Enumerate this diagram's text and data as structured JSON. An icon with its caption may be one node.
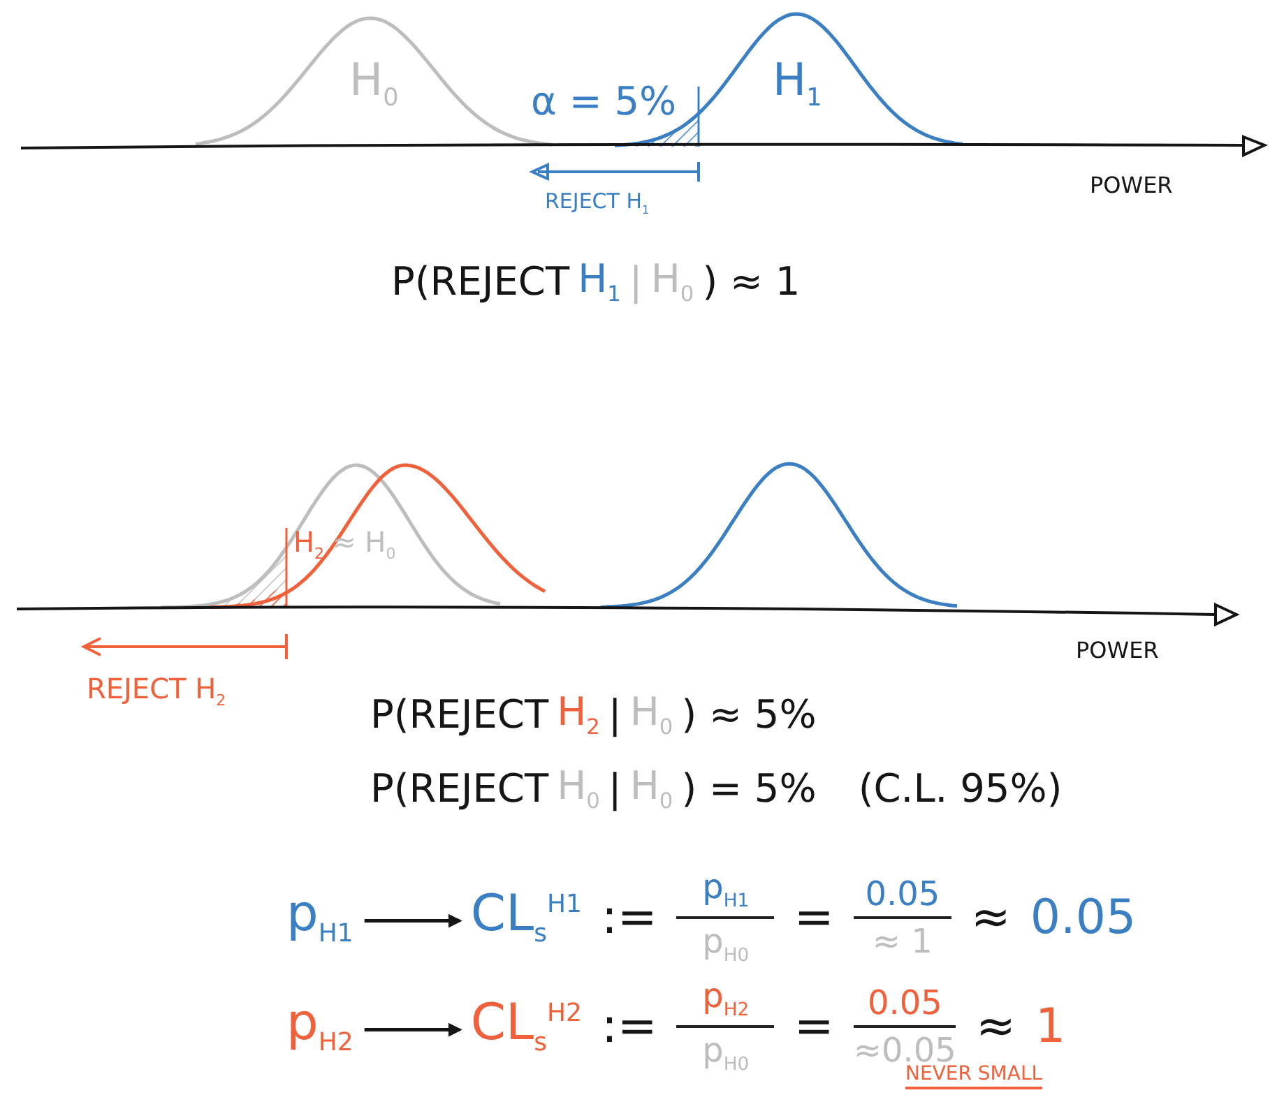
{
  "diagram": {
    "nodes": [
      {
        "text": [
          "p$_{H1}$"
        ]
      },
      {
        "text": [
          "CL$_{s}$$^{H1}$"
        ]
      },
      {
        "text": [
          "p$_{H2}$"
        ]
      },
      {
        "text": [
          "CL$_{s}$$^{H2}$"
        ]
      }
    ],
    "edges": [
      {
        "from": 0,
        "to": 1,
        "arrow": "to"
      },
      {
        "from": 2,
        "to": 3,
        "arrow": "to"
      }
    ],
    "labels": [
      "H$_{0}$",
      "H$_{1}$",
      "α = 5%",
      "REJECT H$_{1}$",
      "POWER",
      "P(REJECT",
      "H$_{1}$",
      "|",
      "H$_{0}$",
      ") ≈ 1",
      "H$_{2}$",
      "≈ H$_{0}$",
      "REJECT H$_{2}$",
      "POWER",
      "P(REJECT",
      "H$_{2}$",
      "|",
      "H$_{0}$",
      ") ≈ 5%",
      "P(REJECT",
      "H$_{0}$",
      "|",
      "H$_{0}$",
      ") = 5%",
      "(C.L. 95%)",
      ":=",
      "p$_{H1}$",
      "p$_{H0}$",
      "=",
      "0.05",
      "≈ 1",
      "≈",
      "0.05",
      ":=",
      "p$_{H2}$",
      "p$_{H0}$",
      "=",
      "0.05",
      "≈0.05",
      "≈",
      "1",
      "NEVER SMALL"
    ]
  }
}
